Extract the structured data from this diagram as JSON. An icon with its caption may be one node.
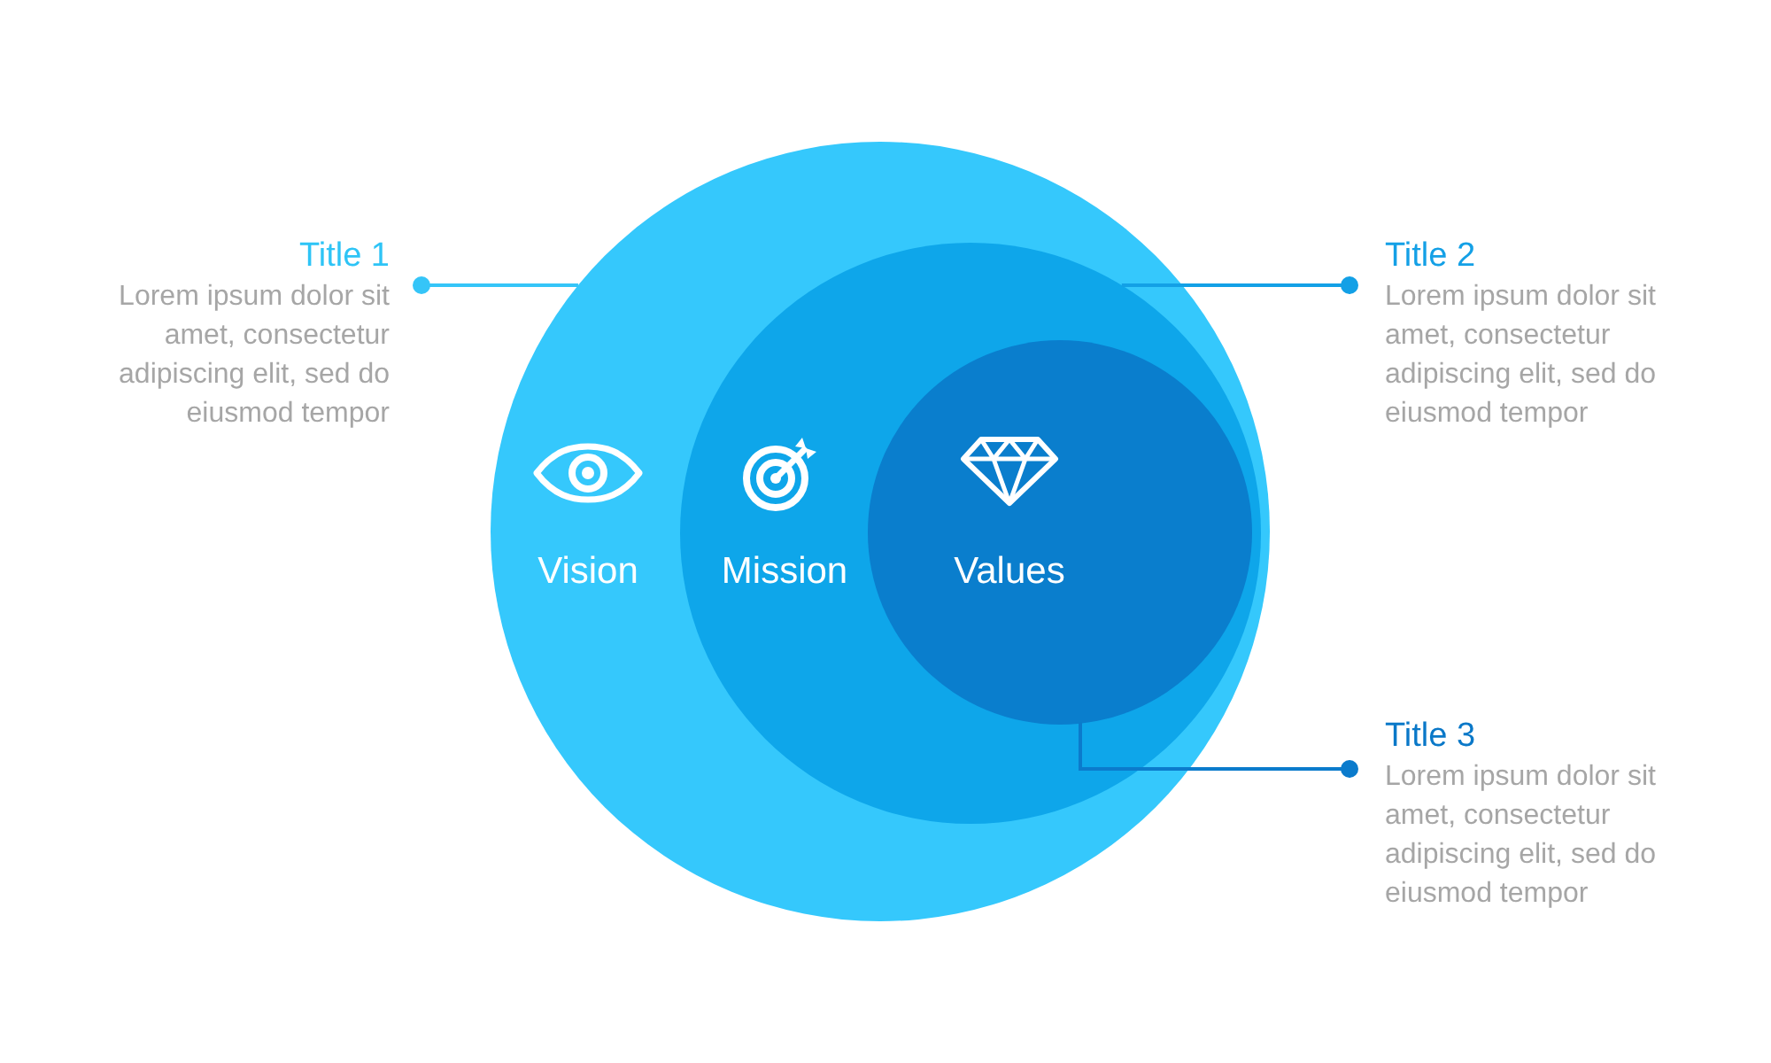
{
  "diagram": {
    "nodes": [
      {
        "text": [
          "Vision"
        ]
      },
      {
        "text": [
          "Mission"
        ],
        "in": 0
      },
      {
        "text": [
          "Values"
        ],
        "in": 1
      },
      {
        "text": [
          "Title 1",
          "Lorem ipsum dolor sit amet, consectetur adipiscing elit, sed do eiusmod tempor"
        ]
      },
      {
        "text": [
          "Title 2",
          "Lorem ipsum dolor sit amet, consectetur adipiscing elit, sed do eiusmod tempor"
        ]
      },
      {
        "text": [
          "Title 3",
          "Lorem ipsum dolor sit amet, consectetur adipiscing elit, sed do eiusmod tempor"
        ]
      }
    ],
    "edges": [
      {
        "from": 3,
        "to": 0,
        "arrow": "other",
        "color": "#35c5f8"
      },
      {
        "from": 4,
        "to": 1,
        "arrow": "other",
        "color": "#13a0e6"
      },
      {
        "from": 5,
        "to": 2,
        "arrow": "other",
        "color": "#0b7bcc"
      }
    ]
  }
}
